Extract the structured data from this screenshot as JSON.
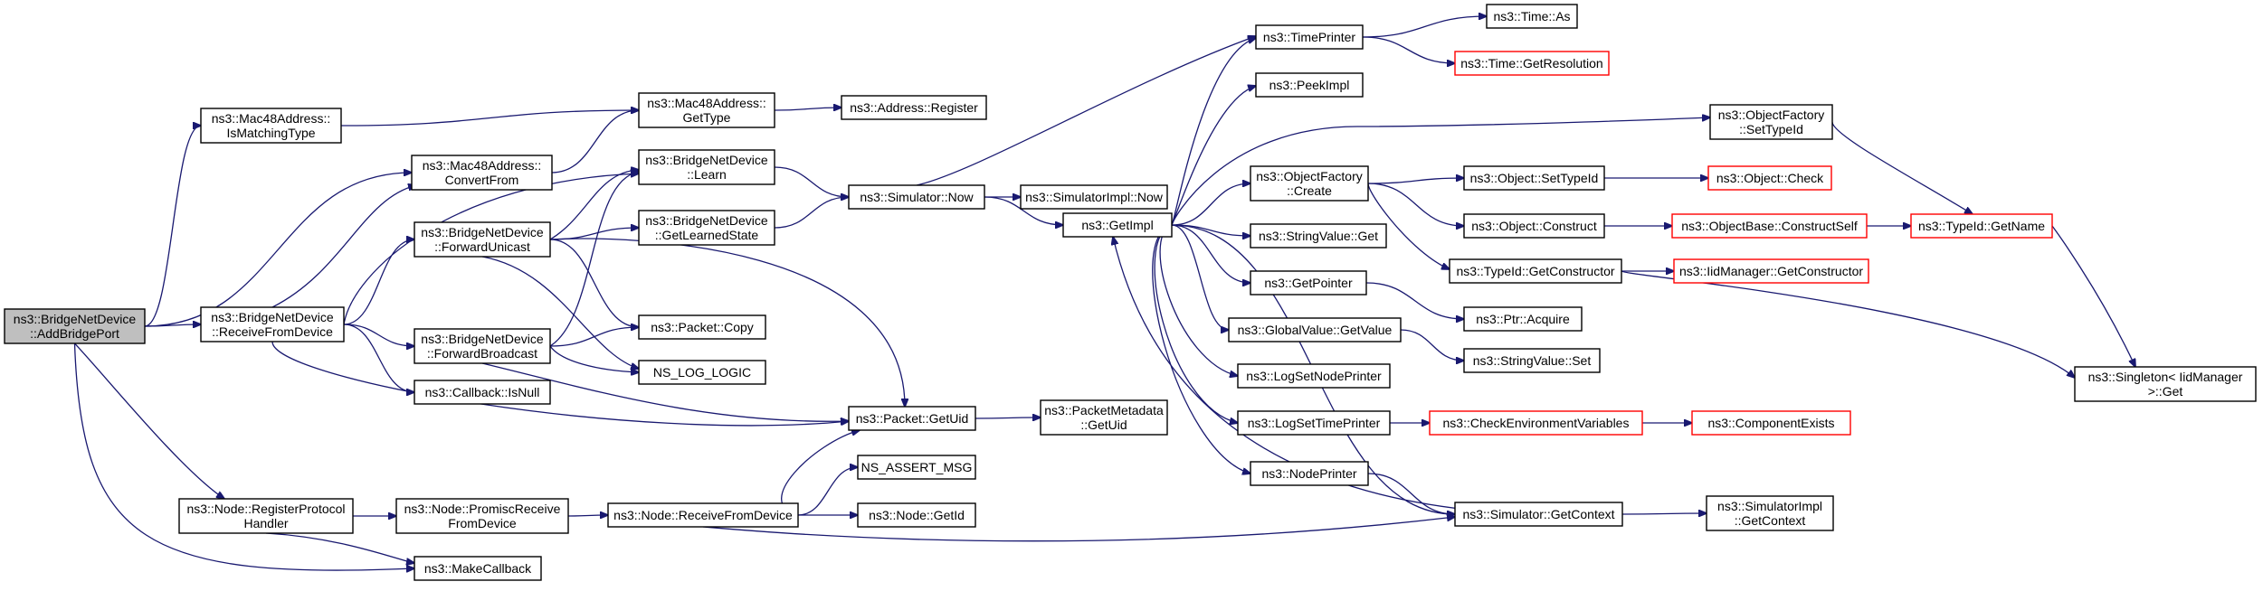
{
  "diagram": {
    "nodes": {
      "bridge_addport": {
        "lines": [
          "ns3::BridgeNetDevice",
          "::AddBridgePort"
        ],
        "style": "root"
      },
      "mac48_ismatching": {
        "lines": [
          "ns3::Mac48Address::",
          "IsMatchingType"
        ],
        "style": "black"
      },
      "mac48_convertfrom": {
        "lines": [
          "ns3::Mac48Address::",
          "ConvertFrom"
        ],
        "style": "black"
      },
      "mac48_gettype": {
        "lines": [
          "ns3::Mac48Address::",
          "GetType"
        ],
        "style": "black"
      },
      "address_register": {
        "lines": [
          "ns3::Address::Register"
        ],
        "style": "black"
      },
      "bridge_receivefromdevice": {
        "lines": [
          "ns3::BridgeNetDevice",
          "::ReceiveFromDevice"
        ],
        "style": "black"
      },
      "bridge_learn": {
        "lines": [
          "ns3::BridgeNetDevice",
          "::Learn"
        ],
        "style": "black"
      },
      "bridge_getlearnedstate": {
        "lines": [
          "ns3::BridgeNetDevice",
          "::GetLearnedState"
        ],
        "style": "black"
      },
      "bridge_forwardunicast": {
        "lines": [
          "ns3::BridgeNetDevice",
          "::ForwardUnicast"
        ],
        "style": "black"
      },
      "bridge_forwardbroadcast": {
        "lines": [
          "ns3::BridgeNetDevice",
          "::ForwardBroadcast"
        ],
        "style": "black"
      },
      "callback_isnull": {
        "lines": [
          "ns3::Callback::IsNull"
        ],
        "style": "black"
      },
      "packet_copy": {
        "lines": [
          "ns3::Packet::Copy"
        ],
        "style": "black"
      },
      "ns_log_logic": {
        "lines": [
          "NS_LOG_LOGIC"
        ],
        "style": "black"
      },
      "packet_getuid": {
        "lines": [
          "ns3::Packet::GetUid"
        ],
        "style": "black"
      },
      "packetmetadata_getuid": {
        "lines": [
          "ns3::PacketMetadata",
          "::GetUid"
        ],
        "style": "black"
      },
      "simulator_now": {
        "lines": [
          "ns3::Simulator::Now"
        ],
        "style": "black"
      },
      "simulatorimpl_now": {
        "lines": [
          "ns3::SimulatorImpl::Now"
        ],
        "style": "black"
      },
      "getimpl": {
        "lines": [
          "ns3::GetImpl"
        ],
        "style": "black"
      },
      "node_registerprotocol": {
        "lines": [
          "ns3::Node::RegisterProtocol",
          "Handler"
        ],
        "style": "black"
      },
      "node_promiscreceive": {
        "lines": [
          "ns3::Node::PromiscReceive",
          "FromDevice"
        ],
        "style": "black"
      },
      "node_receivefromdevice": {
        "lines": [
          "ns3::Node::ReceiveFromDevice"
        ],
        "style": "black"
      },
      "ns_assert_msg": {
        "lines": [
          "NS_ASSERT_MSG"
        ],
        "style": "black"
      },
      "node_getid": {
        "lines": [
          "ns3::Node::GetId"
        ],
        "style": "black"
      },
      "makecallback": {
        "lines": [
          "ns3::MakeCallback"
        ],
        "style": "black"
      },
      "timeprinter": {
        "lines": [
          "ns3::TimePrinter"
        ],
        "style": "black"
      },
      "time_as": {
        "lines": [
          "ns3::Time::As"
        ],
        "style": "black"
      },
      "time_getresolution": {
        "lines": [
          "ns3::Time::GetResolution"
        ],
        "style": "red"
      },
      "peekimpl": {
        "lines": [
          "ns3::PeekImpl"
        ],
        "style": "black"
      },
      "objectfactory_create": {
        "lines": [
          "ns3::ObjectFactory",
          "::Create"
        ],
        "style": "black"
      },
      "objectfactory_settypeid": {
        "lines": [
          "ns3::ObjectFactory",
          "::SetTypeId"
        ],
        "style": "black"
      },
      "object_settypeid": {
        "lines": [
          "ns3::Object::SetTypeId"
        ],
        "style": "black"
      },
      "object_check": {
        "lines": [
          "ns3::Object::Check"
        ],
        "style": "red"
      },
      "object_construct": {
        "lines": [
          "ns3::Object::Construct"
        ],
        "style": "black"
      },
      "objectbase_constructself": {
        "lines": [
          "ns3::ObjectBase::ConstructSelf"
        ],
        "style": "red"
      },
      "typeid_getname": {
        "lines": [
          "ns3::TypeId::GetName"
        ],
        "style": "red"
      },
      "typeid_getconstructor": {
        "lines": [
          "ns3::TypeId::GetConstructor"
        ],
        "style": "black"
      },
      "iidmanager_getconstructor": {
        "lines": [
          "ns3::IidManager::GetConstructor"
        ],
        "style": "red"
      },
      "singleton_get": {
        "lines": [
          "ns3::Singleton< IidManager",
          ">::Get"
        ],
        "style": "black"
      },
      "stringvalue_get": {
        "lines": [
          "ns3::StringValue::Get"
        ],
        "style": "black"
      },
      "getpointer": {
        "lines": [
          "ns3::GetPointer"
        ],
        "style": "black"
      },
      "ptr_acquire": {
        "lines": [
          "ns3::Ptr::Acquire"
        ],
        "style": "black"
      },
      "globalvalue_getvalue": {
        "lines": [
          "ns3::GlobalValue::GetValue"
        ],
        "style": "black"
      },
      "stringvalue_set": {
        "lines": [
          "ns3::StringValue::Set"
        ],
        "style": "black"
      },
      "logsetnodeprinter": {
        "lines": [
          "ns3::LogSetNodePrinter"
        ],
        "style": "black"
      },
      "logsettimeprinter": {
        "lines": [
          "ns3::LogSetTimePrinter"
        ],
        "style": "black"
      },
      "checkenvvars": {
        "lines": [
          "ns3::CheckEnvironmentVariables"
        ],
        "style": "red"
      },
      "componentexists": {
        "lines": [
          "ns3::ComponentExists"
        ],
        "style": "red"
      },
      "nodeprinter": {
        "lines": [
          "ns3::NodePrinter"
        ],
        "style": "black"
      },
      "simulator_getcontext": {
        "lines": [
          "ns3::Simulator::GetContext"
        ],
        "style": "black"
      },
      "simulatorimpl_getcontext": {
        "lines": [
          "ns3::SimulatorImpl",
          "::GetContext"
        ],
        "style": "black"
      }
    },
    "edges": [
      [
        "bridge_addport",
        "mac48_ismatching"
      ],
      [
        "bridge_addport",
        "mac48_convertfrom"
      ],
      [
        "bridge_addport",
        "bridge_receivefromdevice"
      ],
      [
        "bridge_addport",
        "node_registerprotocol"
      ],
      [
        "bridge_addport",
        "makecallback"
      ],
      [
        "mac48_ismatching",
        "mac48_gettype"
      ],
      [
        "mac48_convertfrom",
        "mac48_gettype"
      ],
      [
        "mac48_gettype",
        "address_register"
      ],
      [
        "bridge_receivefromdevice",
        "mac48_convertfrom"
      ],
      [
        "bridge_receivefromdevice",
        "bridge_learn"
      ],
      [
        "bridge_receivefromdevice",
        "bridge_forwardunicast"
      ],
      [
        "bridge_receivefromdevice",
        "bridge_forwardbroadcast"
      ],
      [
        "bridge_receivefromdevice",
        "callback_isnull"
      ],
      [
        "bridge_receivefromdevice",
        "packet_getuid"
      ],
      [
        "bridge_forwardunicast",
        "bridge_learn"
      ],
      [
        "bridge_forwardunicast",
        "bridge_getlearnedstate"
      ],
      [
        "bridge_forwardunicast",
        "packet_copy"
      ],
      [
        "bridge_forwardunicast",
        "ns_log_logic"
      ],
      [
        "bridge_forwardunicast",
        "packet_getuid"
      ],
      [
        "bridge_forwardbroadcast",
        "bridge_learn"
      ],
      [
        "bridge_forwardbroadcast",
        "packet_copy"
      ],
      [
        "bridge_forwardbroadcast",
        "ns_log_logic"
      ],
      [
        "bridge_forwardbroadcast",
        "packet_getuid"
      ],
      [
        "bridge_learn",
        "simulator_now"
      ],
      [
        "bridge_getlearnedstate",
        "simulator_now"
      ],
      [
        "packet_getuid",
        "packetmetadata_getuid"
      ],
      [
        "simulator_now",
        "simulatorimpl_now"
      ],
      [
        "simulator_now",
        "getimpl"
      ],
      [
        "simulator_now",
        "timeprinter"
      ],
      [
        "node_registerprotocol",
        "node_promiscreceive"
      ],
      [
        "node_registerprotocol",
        "makecallback"
      ],
      [
        "node_promiscreceive",
        "node_receivefromdevice"
      ],
      [
        "node_receivefromdevice",
        "packet_getuid"
      ],
      [
        "node_receivefromdevice",
        "ns_assert_msg"
      ],
      [
        "node_receivefromdevice",
        "node_getid"
      ],
      [
        "node_receivefromdevice",
        "simulator_getcontext"
      ],
      [
        "getimpl",
        "timeprinter"
      ],
      [
        "getimpl",
        "peekimpl"
      ],
      [
        "getimpl",
        "objectfactory_create"
      ],
      [
        "getimpl",
        "objectfactory_settypeid"
      ],
      [
        "getimpl",
        "stringvalue_get"
      ],
      [
        "getimpl",
        "getpointer"
      ],
      [
        "getimpl",
        "globalvalue_getvalue"
      ],
      [
        "getimpl",
        "logsetnodeprinter"
      ],
      [
        "getimpl",
        "logsettimeprinter"
      ],
      [
        "getimpl",
        "nodeprinter"
      ],
      [
        "getimpl",
        "simulator_getcontext"
      ],
      [
        "timeprinter",
        "time_as"
      ],
      [
        "timeprinter",
        "time_getresolution"
      ],
      [
        "objectfactory_create",
        "object_settypeid"
      ],
      [
        "objectfactory_create",
        "object_construct"
      ],
      [
        "objectfactory_create",
        "typeid_getconstructor"
      ],
      [
        "object_settypeid",
        "object_check"
      ],
      [
        "object_construct",
        "objectbase_constructself"
      ],
      [
        "objectbase_constructself",
        "typeid_getname"
      ],
      [
        "objectfactory_settypeid",
        "typeid_getname"
      ],
      [
        "typeid_getname",
        "singleton_get"
      ],
      [
        "typeid_getconstructor",
        "iidmanager_getconstructor"
      ],
      [
        "typeid_getconstructor",
        "singleton_get"
      ],
      [
        "getpointer",
        "ptr_acquire"
      ],
      [
        "globalvalue_getvalue",
        "stringvalue_set"
      ],
      [
        "logsettimeprinter",
        "checkenvvars"
      ],
      [
        "checkenvvars",
        "componentexists"
      ],
      [
        "nodeprinter",
        "simulator_getcontext"
      ],
      [
        "simulator_getcontext",
        "getimpl"
      ],
      [
        "simulator_getcontext",
        "simulatorimpl_getcontext"
      ]
    ],
    "colors": {
      "edge": "#191970",
      "node_border": "#000000",
      "node_border_external": "#ff0000",
      "root_fill": "#bfbfbf"
    }
  }
}
